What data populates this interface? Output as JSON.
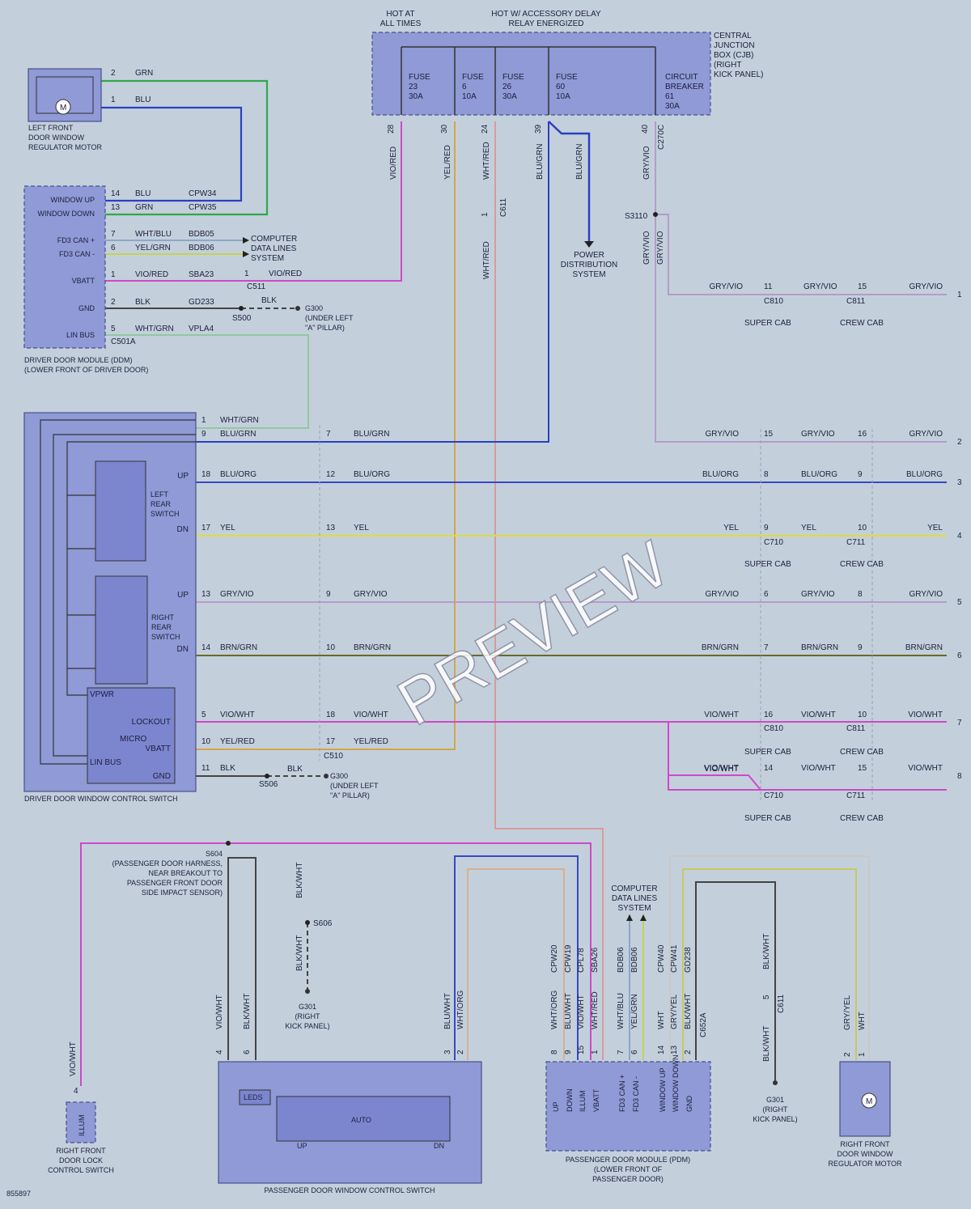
{
  "diagram_id": "855897",
  "watermark": "PREVIEW",
  "cjb": {
    "hot_all": "HOT AT\nALL TIMES",
    "hot_acc": "HOT W/ ACCESSORY DELAY\nRELAY ENERGIZED",
    "label": "CENTRAL\nJUNCTION\nBOX (CJB)\n(RIGHT\nKICK PANEL)",
    "fuses": [
      {
        "name": "FUSE\n23\n30A"
      },
      {
        "name": "FUSE\n6\n10A"
      },
      {
        "name": "FUSE\n26\n30A"
      },
      {
        "name": "FUSE\n60\n10A"
      },
      {
        "name": "CIRCUIT\nBREAKER\n61\n30A"
      }
    ],
    "pins": [
      "28",
      "30",
      "24",
      "39",
      "40"
    ],
    "connector": "C270C",
    "wires": [
      "VIO/RED",
      "YEL/RED",
      "WHT/RED",
      "BLU/GRN",
      "BLU/GRN",
      "GRY/VIO"
    ]
  },
  "lf_motor": {
    "label": "LEFT FRONT\nDOOR WINDOW\nREGULATOR MOTOR",
    "pin2": "2",
    "pin1": "1",
    "w2": "GRN",
    "w1": "BLU"
  },
  "ddm": {
    "label": "DRIVER DOOR MODULE (DDM)\n(LOWER FRONT OF DRIVER DOOR)",
    "rows": [
      {
        "pin_name": "WINDOW UP",
        "pin": "14",
        "color": "BLU",
        "circuit": "CPW34"
      },
      {
        "pin_name": "WINDOW DOWN",
        "pin": "13",
        "color": "GRN",
        "circuit": "CPW35"
      },
      {
        "pin_name": "FD3 CAN +",
        "pin": "7",
        "color": "WHT/BLU",
        "circuit": "BDB05"
      },
      {
        "pin_name": "FD3 CAN -",
        "pin": "6",
        "color": "YEL/GRN",
        "circuit": "BDB06"
      },
      {
        "pin_name": "VBATT",
        "pin": "1",
        "color": "VIO/RED",
        "circuit": "SBA23"
      },
      {
        "pin_name": "GND",
        "pin": "2",
        "color": "BLK",
        "circuit": "GD233"
      },
      {
        "pin_name": "LIN BUS",
        "pin": "5",
        "color": "WHT/GRN",
        "circuit": "VPLA4"
      }
    ],
    "connector": "C501A",
    "cdl": "COMPUTER\nDATA LINES\nSYSTEM",
    "c511_pin": "1",
    "c511": "C511",
    "c511_wire": "VIO/RED",
    "s500": "S500",
    "blk": "BLK",
    "g300": "G300\n(UNDER LEFT\n\"A\" PILLAR)"
  },
  "s3110": "S3110",
  "c611": {
    "pin": "1",
    "name": "C611"
  },
  "pds": "POWER\nDISTRIBUTION\nSYSTEM",
  "dwcs": {
    "label": "DRIVER DOOR WINDOW CONTROL SWITCH",
    "lr": "LEFT\nREAR\nSWITCH",
    "rr": "RIGHT\nREAR\nSWITCH",
    "up": "UP",
    "dn": "DN",
    "vpwr": "VPWR",
    "lockout": "LOCKOUT",
    "micro": "MICRO",
    "vbatt": "VBATT",
    "linbus": "LIN BUS",
    "gnd": "GND",
    "c510": "C510",
    "s506": "S506",
    "blk": "BLK",
    "g300": "G300\n(UNDER LEFT\n\"A\" PILLAR)"
  },
  "rows": [
    {
      "sp": "1",
      "sc": "WHT/GRN",
      "mp": "",
      "mc": "",
      "c1": "",
      "c1p": "",
      "c2": "",
      "c2p": "",
      "c3": "",
      "num": ""
    },
    {
      "sp": "9",
      "sc": "BLU/GRN",
      "mp": "7",
      "mc": "BLU/GRN",
      "c1": "GRY/VIO",
      "c1p": "15",
      "c2": "GRY/VIO",
      "c2p": "16",
      "c3": "GRY/VIO",
      "num": "2"
    },
    {
      "sp": "18",
      "sc": "BLU/ORG",
      "mp": "12",
      "mc": "BLU/ORG",
      "c1": "BLU/ORG",
      "c1p": "8",
      "c2": "BLU/ORG",
      "c2p": "9",
      "c3": "BLU/ORG",
      "num": "3"
    },
    {
      "sp": "17",
      "sc": "YEL",
      "mp": "13",
      "mc": "YEL",
      "c1": "YEL",
      "c1p": "9",
      "c2": "YEL",
      "c2p": "10",
      "c3": "YEL",
      "num": "4"
    },
    {
      "sp": "13",
      "sc": "GRY/VIO",
      "mp": "9",
      "mc": "GRY/VIO",
      "c1": "GRY/VIO",
      "c1p": "6",
      "c2": "GRY/VIO",
      "c2p": "8",
      "c3": "GRY/VIO",
      "num": "5"
    },
    {
      "sp": "14",
      "sc": "BRN/GRN",
      "mp": "10",
      "mc": "BRN/GRN",
      "c1": "BRN/GRN",
      "c1p": "7",
      "c2": "BRN/GRN",
      "c2p": "9",
      "c3": "BRN/GRN",
      "num": "6"
    },
    {
      "sp": "5",
      "sc": "VIO/WHT",
      "mp": "18",
      "mc": "VIO/WHT",
      "c1": "VIO/WHT",
      "c1p": "16",
      "c2": "VIO/WHT",
      "c2p": "10",
      "c3": "VIO/WHT",
      "num": "7"
    },
    {
      "sp": "10",
      "sc": "YEL/RED",
      "mp": "17",
      "mc": "YEL/RED",
      "c1": "",
      "c1p": "",
      "c2": "",
      "c2p": "",
      "c3": "",
      "num": ""
    },
    {
      "sp": "11",
      "sc": "BLK",
      "mp": "",
      "mc": "",
      "c1": "VIO/WHT",
      "c1p": "14",
      "c2": "VIO/WHT",
      "c2p": "15",
      "c3": "VIO/WHT",
      "num": "8"
    }
  ],
  "row1": {
    "c1": "GRY/VIO",
    "c1p": "11",
    "c2": "GRY/VIO",
    "c2p": "15",
    "c3": "GRY/VIO",
    "num": "1",
    "vw": "GRY/VIO"
  },
  "row8b": "VIO/WHT",
  "conn": {
    "c810": "C810",
    "c811": "C811",
    "c710": "C710",
    "c711": "C711",
    "super": "SUPER CAB",
    "crew": "CREW CAB"
  },
  "pass": {
    "s604": "S604\n(PASSENGER DOOR HARNESS,\nNEAR BREAKOUT TO\nPASSENGER FRONT DOOR\nSIDE IMPACT SENSOR)",
    "s606": "S606",
    "blkwht": "BLK/WHT",
    "g301a": "G301\n(RIGHT\nKICK PANEL)",
    "viowht": "VIO/WHT",
    "pins": [
      "4",
      "6",
      "3",
      "2"
    ],
    "wires": [
      "VIO/WHT",
      "BLK/WHT",
      "BLU/WHT",
      "WHT/ORG"
    ],
    "leds": "LEDS",
    "auto": "AUTO",
    "up": "UP",
    "dn": "DN",
    "label": "PASSENGER DOOR WINDOW CONTROL SWITCH"
  },
  "lock": {
    "pin": "4",
    "wire": "VIO/WHT",
    "illum": "ILLUM",
    "label": "RIGHT FRONT\nDOOR LOCK\nCONTROL SWITCH"
  },
  "pdm": {
    "label": "PASSENGER DOOR MODULE (PDM)\n(LOWER FRONT OF\nPASSENGER DOOR)",
    "cdl": "COMPUTER\nDATA LINES\nSYSTEM",
    "cols": [
      {
        "circ": "CPW20",
        "wire": "WHT/ORG",
        "pin": "8",
        "name": "UP"
      },
      {
        "circ": "CPW19",
        "wire": "BLU/WHT",
        "pin": "9",
        "name": "DOWN"
      },
      {
        "circ": "CPL78",
        "wire": "VIO/WHT",
        "pin": "15",
        "name": "ILLUM"
      },
      {
        "circ": "SBA26",
        "wire": "WHT/RED",
        "pin": "1",
        "name": "VBATT"
      },
      {
        "circ": "BDB06",
        "wire": "WHT/BLU",
        "pin": "7",
        "name": "FD3 CAN +"
      },
      {
        "circ": "BDB06",
        "wire": "YEL/GRN",
        "pin": "6",
        "name": "FD3 CAN -"
      },
      {
        "circ": "CPW40",
        "wire": "WHT",
        "pin": "14",
        "name": "WINDOW UP"
      },
      {
        "circ": "CPW41",
        "wire": "GRY/YEL",
        "pin": "13",
        "name": "WINDOW DOWN"
      },
      {
        "circ": "GD238",
        "wire": "BLK/WHT",
        "pin": "2",
        "name": "GND"
      }
    ],
    "connector": "C652A"
  },
  "c611b": {
    "wire": "BLK/WHT",
    "pin": "5",
    "name": "C611"
  },
  "g301b": "G301\n(RIGHT\nKICK PANEL)",
  "rf_motor": {
    "label": "RIGHT FRONT\nDOOR WINDOW\nREGULATOR MOTOR",
    "p2": "2",
    "p1": "1",
    "w2": "GRY/YEL",
    "w1": "WHT"
  },
  "colors": {
    "GRN": "#2fa84a",
    "BLU": "#2b3fc4",
    "VIO": "#d048c8",
    "YEL": "#e0d84a",
    "YELRED": "#d6a44a",
    "WHTRED": "#d99a9a",
    "BRNGRN": "#6a6a2a",
    "GRY": "#9aa4b0",
    "BLK": "#444444",
    "LGRN": "#94c6a0",
    "BLUORG": "#3848c0",
    "WHTORG": "#d8b090"
  }
}
